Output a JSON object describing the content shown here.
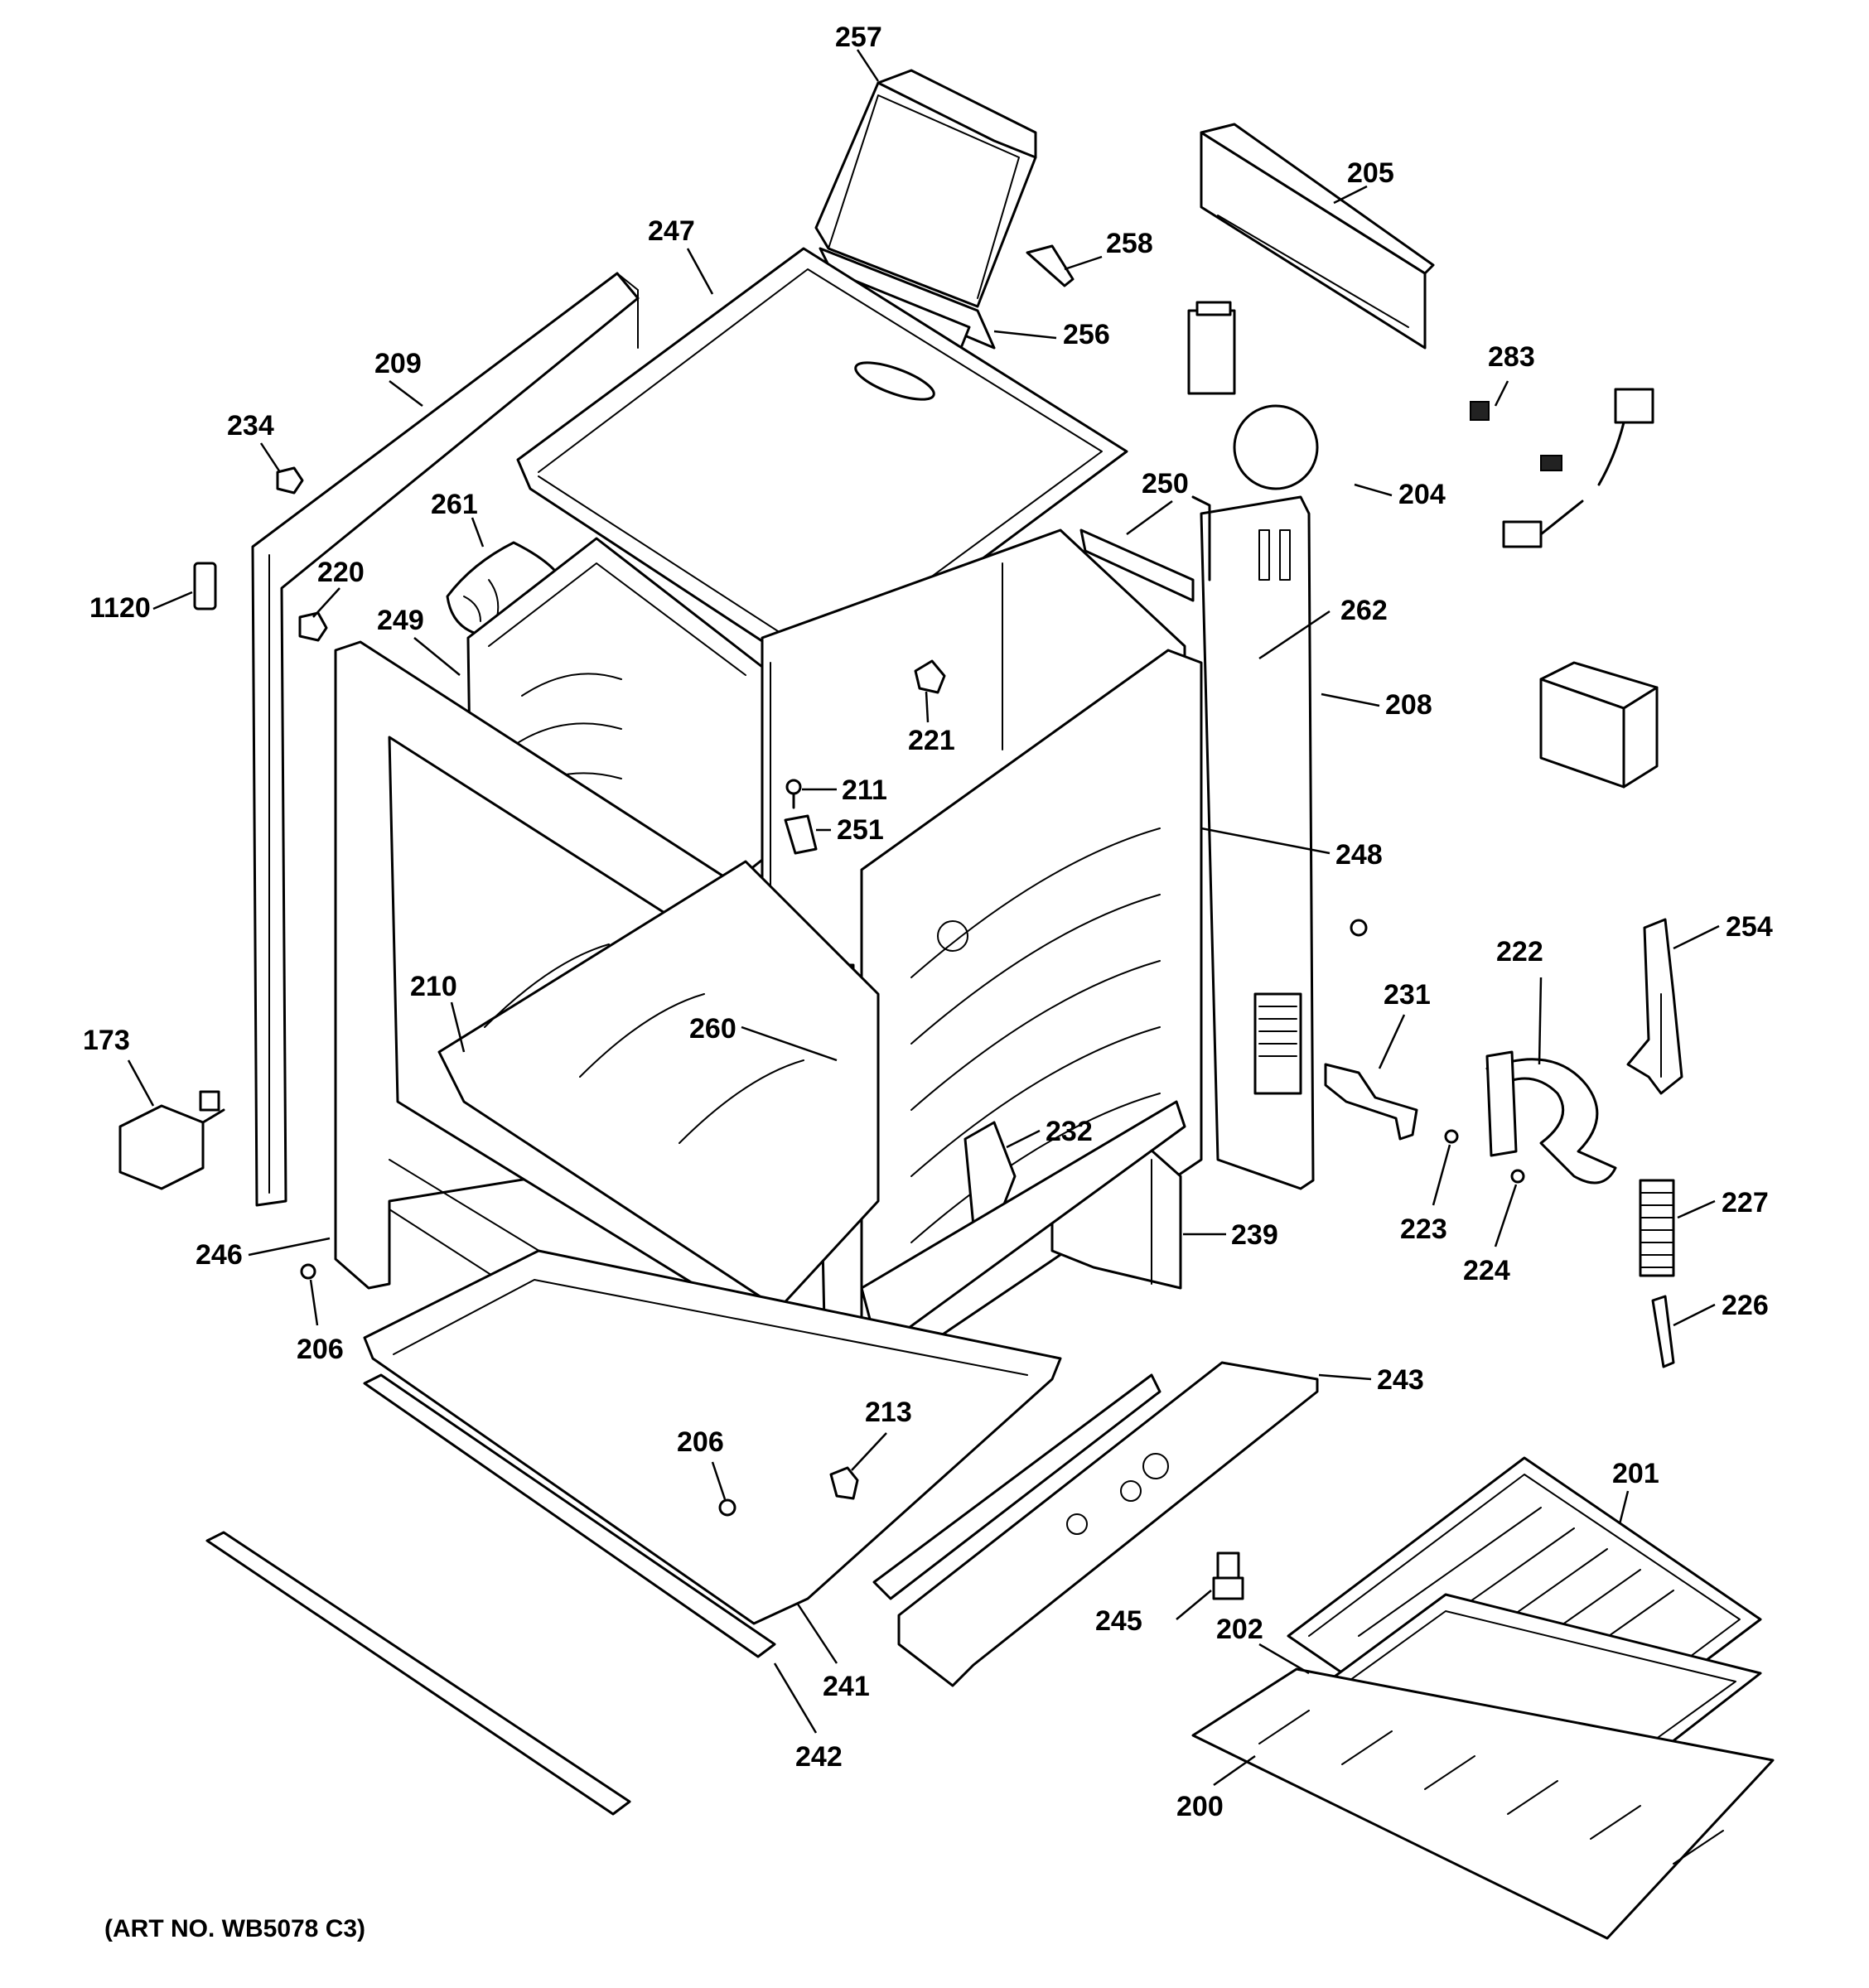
{
  "art_number": "(ART NO. WB5078 C3)",
  "parts": [
    {
      "key": "p257",
      "label": "257"
    },
    {
      "key": "p205",
      "label": "205"
    },
    {
      "key": "p247",
      "label": "247"
    },
    {
      "key": "p258",
      "label": "258"
    },
    {
      "key": "p256",
      "label": "256"
    },
    {
      "key": "p283",
      "label": "283"
    },
    {
      "key": "p209",
      "label": "209"
    },
    {
      "key": "p234",
      "label": "234"
    },
    {
      "key": "p261",
      "label": "261"
    },
    {
      "key": "p250",
      "label": "250"
    },
    {
      "key": "p204",
      "label": "204"
    },
    {
      "key": "p1120",
      "label": "1120"
    },
    {
      "key": "p220",
      "label": "220"
    },
    {
      "key": "p249",
      "label": "249"
    },
    {
      "key": "p262",
      "label": "262"
    },
    {
      "key": "p208",
      "label": "208"
    },
    {
      "key": "p221",
      "label": "221"
    },
    {
      "key": "p211",
      "label": "211"
    },
    {
      "key": "p251",
      "label": "251"
    },
    {
      "key": "p248",
      "label": "248"
    },
    {
      "key": "p254",
      "label": "254"
    },
    {
      "key": "p222",
      "label": "222"
    },
    {
      "key": "p231",
      "label": "231"
    },
    {
      "key": "p210",
      "label": "210"
    },
    {
      "key": "p260",
      "label": "260"
    },
    {
      "key": "p173",
      "label": "173"
    },
    {
      "key": "p232",
      "label": "232"
    },
    {
      "key": "p227",
      "label": "227"
    },
    {
      "key": "p223",
      "label": "223"
    },
    {
      "key": "p246",
      "label": "246"
    },
    {
      "key": "p239",
      "label": "239"
    },
    {
      "key": "p224",
      "label": "224"
    },
    {
      "key": "p226",
      "label": "226"
    },
    {
      "key": "p206a",
      "label": "206"
    },
    {
      "key": "p243",
      "label": "243"
    },
    {
      "key": "p213",
      "label": "213"
    },
    {
      "key": "p206b",
      "label": "206"
    },
    {
      "key": "p201",
      "label": "201"
    },
    {
      "key": "p245",
      "label": "245"
    },
    {
      "key": "p202",
      "label": "202"
    },
    {
      "key": "p241",
      "label": "241"
    },
    {
      "key": "p242",
      "label": "242"
    },
    {
      "key": "p200",
      "label": "200"
    }
  ]
}
